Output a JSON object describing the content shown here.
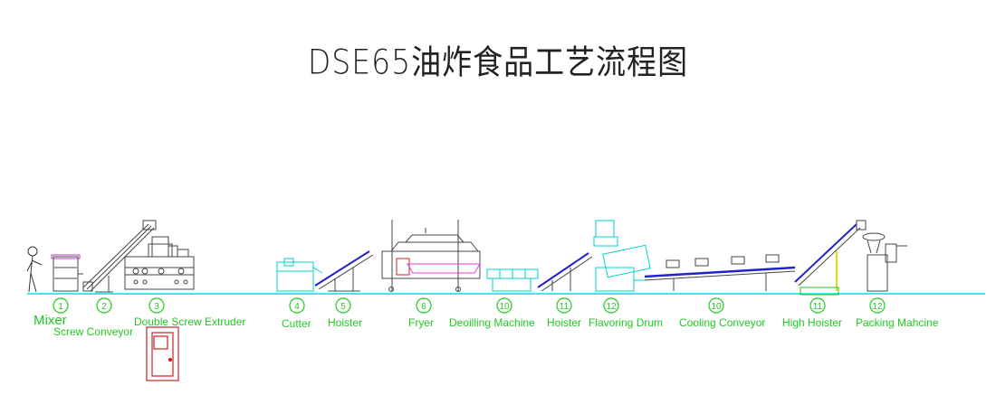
{
  "title": "DSE65油炸食品工艺流程图",
  "steps": [
    {
      "num": "1",
      "label": "Mixer"
    },
    {
      "num": "2",
      "label": "Screw Conveyor"
    },
    {
      "num": "3",
      "label": "Double Screw Extruder"
    },
    {
      "num": "4",
      "label": "Cutter"
    },
    {
      "num": "5",
      "label": "Hoister"
    },
    {
      "num": "6",
      "label": "Fryer"
    },
    {
      "num": "10",
      "label": "Deoilling Machine"
    },
    {
      "num": "11",
      "label": "Hoister"
    },
    {
      "num": "12",
      "label": "Flavoring Drum"
    },
    {
      "num": "10",
      "label": "Cooling Conveyor"
    },
    {
      "num": "11",
      "label": "High Hoister"
    },
    {
      "num": "12",
      "label": "Packing Mahcine"
    }
  ],
  "colors": {
    "label_green": "#22c822",
    "floor_line": "#00e0e0",
    "machine_outline": "#444444",
    "fryer_oil": "#e040e0",
    "conveyor_belt": "#2222cc",
    "door": "#cc2222"
  }
}
